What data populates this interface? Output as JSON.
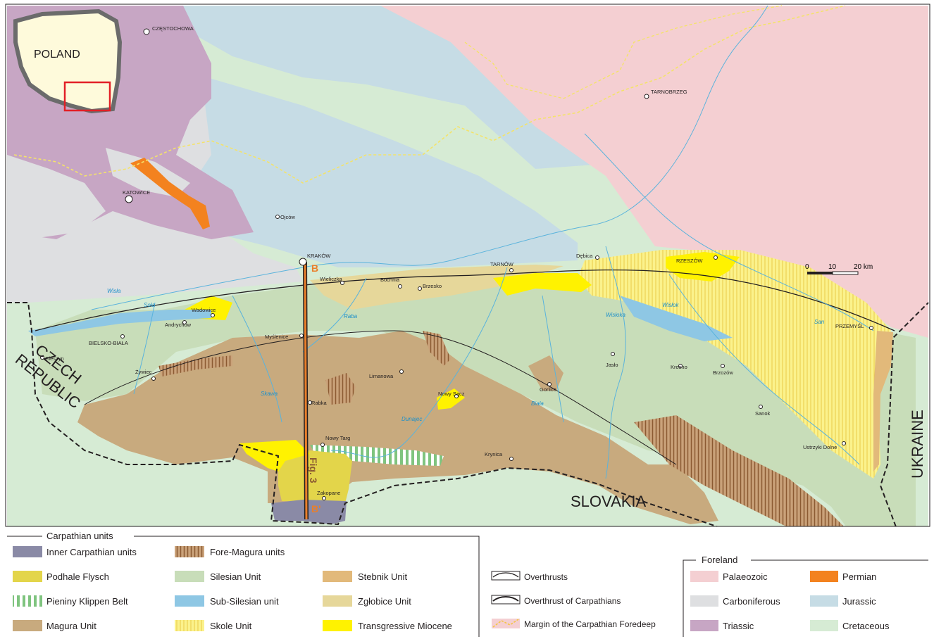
{
  "inset": {
    "label": "POLAND"
  },
  "countries": {
    "czech": "CZECH\nREPUBLIC",
    "czech_line1": "CZECH",
    "czech_line2": "REPUBLIC",
    "slovakia": "SLOVAKIA",
    "ukraine": "UKRAINE"
  },
  "cities": [
    {
      "name": "CZĘSTOCHOWA"
    },
    {
      "name": "KATOWICE"
    },
    {
      "name": "Ojców"
    },
    {
      "name": "KRAKÓW"
    },
    {
      "name": "TARNOBRZEG"
    },
    {
      "name": "Dębica"
    },
    {
      "name": "TARNÓW"
    },
    {
      "name": "RZESZÓW"
    },
    {
      "name": "Wieliczka"
    },
    {
      "name": "Bochnia"
    },
    {
      "name": "Brzesko"
    },
    {
      "name": "Wadowice"
    },
    {
      "name": "Andrychów"
    },
    {
      "name": "BIELSKO-BIAŁA"
    },
    {
      "name": "Cieszyn"
    },
    {
      "name": "Żywiec"
    },
    {
      "name": "Myślenice"
    },
    {
      "name": "Limanowa"
    },
    {
      "name": "Rabka"
    },
    {
      "name": "Nowy Sącz"
    },
    {
      "name": "Gorlice"
    },
    {
      "name": "Jasło"
    },
    {
      "name": "Krosno"
    },
    {
      "name": "Brzozów"
    },
    {
      "name": "PRZEMYŚL"
    },
    {
      "name": "Sanok"
    },
    {
      "name": "Ustrzyki Dolne"
    },
    {
      "name": "Nowy Targ"
    },
    {
      "name": "Krynica"
    },
    {
      "name": "Zakopane"
    }
  ],
  "rivers": [
    {
      "name": "Wisła"
    },
    {
      "name": "Soła"
    },
    {
      "name": "Skawa"
    },
    {
      "name": "Raba"
    },
    {
      "name": "Dunajec"
    },
    {
      "name": "Biała"
    },
    {
      "name": "Wisłoka"
    },
    {
      "name": "Wisłok"
    },
    {
      "name": "San"
    }
  ],
  "section": {
    "label": "Fig. 3",
    "start": "B",
    "end": "B'"
  },
  "scale_bar": {
    "t0": "0",
    "t1": "10",
    "t2": "20 km"
  },
  "legend": {
    "carpathian_title": "Carpathian units",
    "carpathian_items": [
      {
        "label": "Inner Carpathian units",
        "color": "#8a8aa6"
      },
      {
        "label": "Podhale Flysch",
        "color": "#e3d54a"
      },
      {
        "label": "Pieniny Klippen Belt",
        "color": "#8fcf90",
        "pattern": "green-stripes"
      },
      {
        "label": "Magura Unit",
        "color": "#c8aa7e"
      },
      {
        "label": "Fore-Magura units",
        "color": "#b0865a",
        "pattern": "brown-stripes"
      },
      {
        "label": "Silesian Unit",
        "color": "#c8ddb9"
      },
      {
        "label": "Sub-Silesian unit",
        "color": "#8ec7e4"
      },
      {
        "label": "Skole Unit",
        "color": "#fbf28c",
        "pattern": "yellow-stripes"
      },
      {
        "label": "Stebnik Unit",
        "color": "#e2b97a"
      },
      {
        "label": "Zgłobice Unit",
        "color": "#e6d79a"
      },
      {
        "label": "Transgressive Miocene",
        "color": "#fff200"
      }
    ],
    "line_items": [
      {
        "label": "Overthrusts"
      },
      {
        "label": "Overthrust of Carpathians"
      },
      {
        "label": "Margin of the Carpathian Foredeep"
      }
    ],
    "foreland_title": "Foreland",
    "foreland_items": [
      {
        "label": "Palaeozoic",
        "color": "#f4cfd2"
      },
      {
        "label": "Permian",
        "color": "#f3821f"
      },
      {
        "label": "Carboniferous",
        "color": "#dedfe1"
      },
      {
        "label": "Jurassic",
        "color": "#c6dce5"
      },
      {
        "label": "Triassic",
        "color": "#c7a6c4"
      },
      {
        "label": "Cretaceous",
        "color": "#d6ebd4"
      }
    ]
  }
}
